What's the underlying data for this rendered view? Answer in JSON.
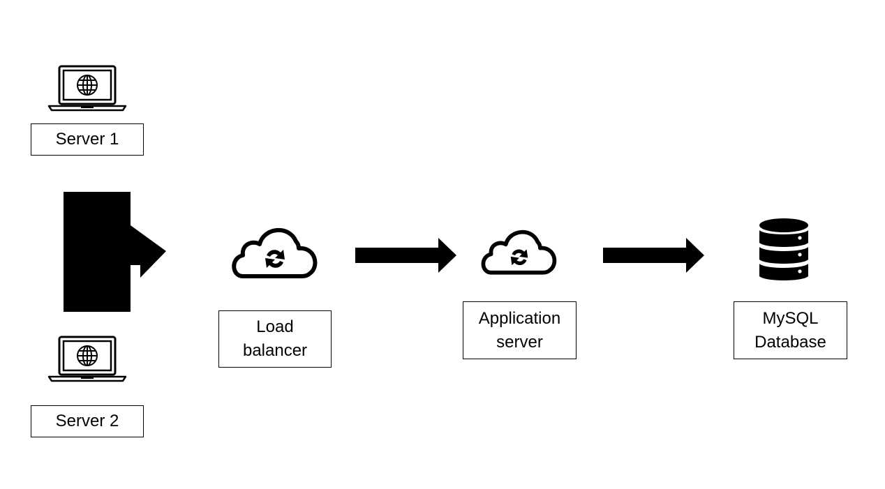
{
  "nodes": {
    "server1": {
      "label": "Server 1",
      "icon": "laptop-globe-icon"
    },
    "server2": {
      "label": "Server 2",
      "icon": "laptop-globe-icon"
    },
    "load_balancer": {
      "label": "Load\nbalancer",
      "icon": "cloud-sync-icon"
    },
    "app_server": {
      "label": "Application\nserver",
      "icon": "cloud-sync-icon"
    },
    "database": {
      "label": "MySQL\nDatabase",
      "icon": "database-icon"
    }
  },
  "edges": [
    {
      "from": "server1+server2",
      "to": "load_balancer"
    },
    {
      "from": "load_balancer",
      "to": "app_server"
    },
    {
      "from": "app_server",
      "to": "database"
    }
  ],
  "colors": {
    "stroke": "#000000",
    "background": "#ffffff"
  }
}
